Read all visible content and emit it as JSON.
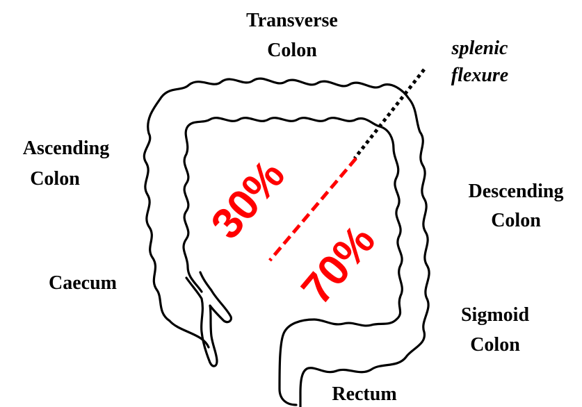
{
  "labels": {
    "transverse_line1": "Transverse",
    "transverse_line2": "Colon",
    "splenic_line1": "splenic",
    "splenic_line2": "flexure",
    "ascending_line1": "Ascending",
    "ascending_line2": "Colon",
    "descending_line1": "Descending",
    "descending_line2": "Colon",
    "caecum": "Caecum",
    "sigmoid_line1": "Sigmoid",
    "sigmoid_line2": "Colon",
    "rectum": "Rectum"
  },
  "percentages": {
    "proximal": "30%",
    "distal": "70%"
  },
  "colors": {
    "outline": "#000000",
    "accent": "#ff0000",
    "flexure_line": "#000000"
  }
}
